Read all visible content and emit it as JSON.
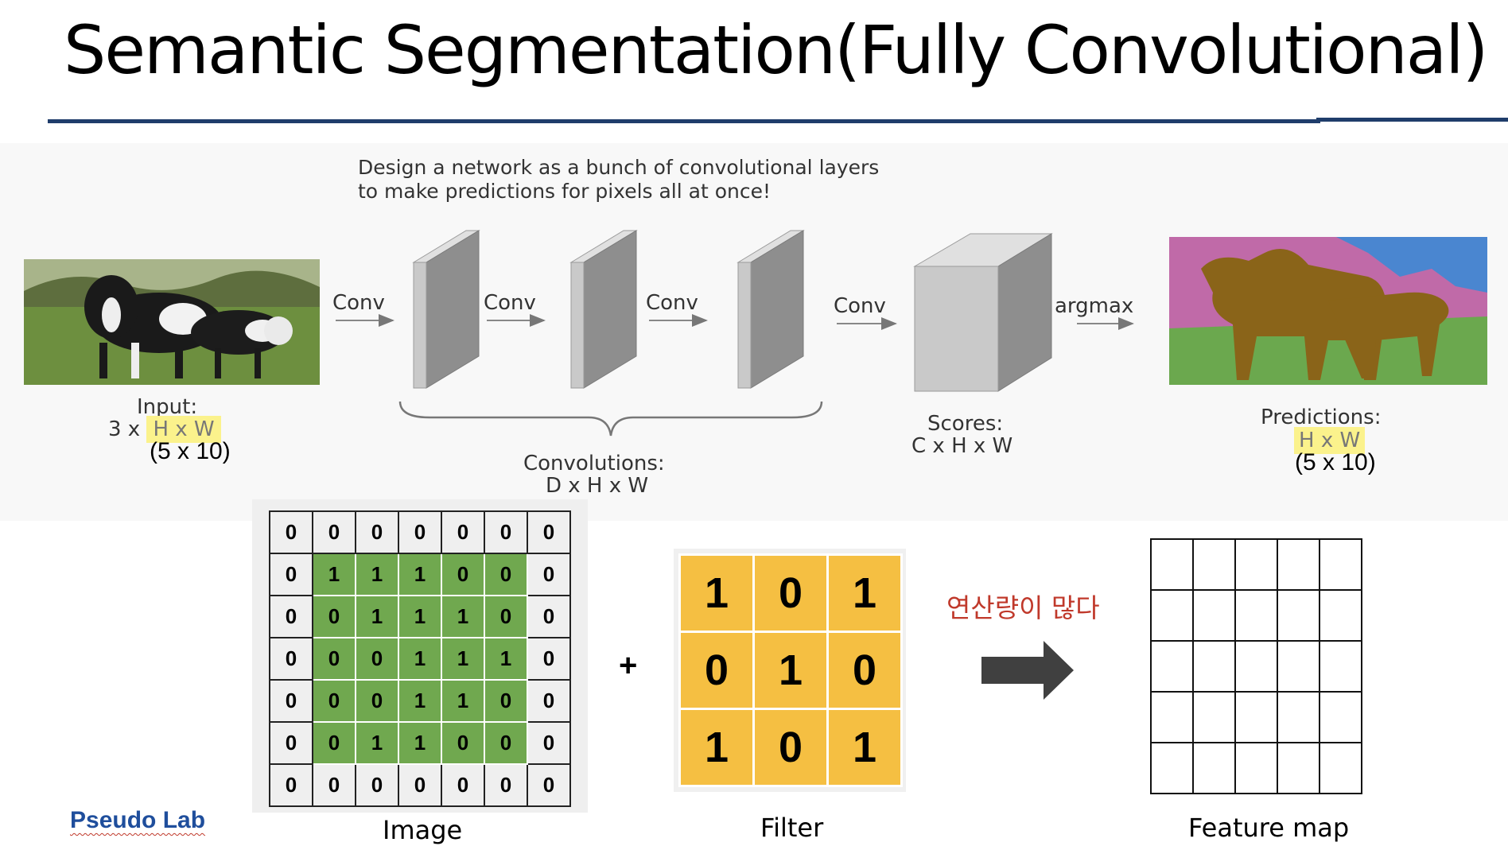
{
  "slide": {
    "title": "Semantic Segmentation(Fully Convolutional)",
    "footer_logo": "Pseudo Lab"
  },
  "diagram": {
    "heading_line1": "Design a network as a bunch of convolutional layers",
    "heading_line2": "to make predictions for pixels all at once!",
    "conv_labels": [
      "Conv",
      "Conv",
      "Conv",
      "Conv"
    ],
    "argmax_label": "argmax",
    "input": {
      "label": "Input:",
      "dims_prefix": "3 x",
      "dims_hw": "H x W",
      "size": "(5 x 10)"
    },
    "convolutions": {
      "label": "Convolutions:",
      "dims": "D x H x W"
    },
    "scores": {
      "label": "Scores:",
      "dims": "C x H x W"
    },
    "predictions": {
      "label": "Predictions:",
      "dims_hw": "H x W",
      "size": "(5 x 10)"
    },
    "highlight_color": "#fbf28c",
    "segmentation_colors": {
      "sky": "#4a86d0",
      "tree": "#c06aa8",
      "grass": "#6ba84e",
      "cow": "#8a6419"
    }
  },
  "example": {
    "image_grid": [
      [
        "0",
        "0",
        "0",
        "0",
        "0",
        "0",
        "0"
      ],
      [
        "0",
        "1",
        "1",
        "1",
        "0",
        "0",
        "0"
      ],
      [
        "0",
        "0",
        "1",
        "1",
        "1",
        "0",
        "0"
      ],
      [
        "0",
        "0",
        "0",
        "1",
        "1",
        "1",
        "0"
      ],
      [
        "0",
        "0",
        "0",
        "1",
        "1",
        "0",
        "0"
      ],
      [
        "0",
        "0",
        "1",
        "1",
        "0",
        "0",
        "0"
      ],
      [
        "0",
        "0",
        "0",
        "0",
        "0",
        "0",
        "0"
      ]
    ],
    "filter_grid": [
      [
        "1",
        "0",
        "1"
      ],
      [
        "0",
        "1",
        "0"
      ],
      [
        "1",
        "0",
        "1"
      ]
    ],
    "plus": "+",
    "note": "연산량이 많다",
    "captions": {
      "image": "Image",
      "filter": "Filter",
      "feature_map": "Feature map"
    },
    "colors": {
      "image_inner": "#70a84f",
      "filter": "#f5bf42",
      "note": "#c0392b",
      "arrow": "#404040"
    }
  }
}
